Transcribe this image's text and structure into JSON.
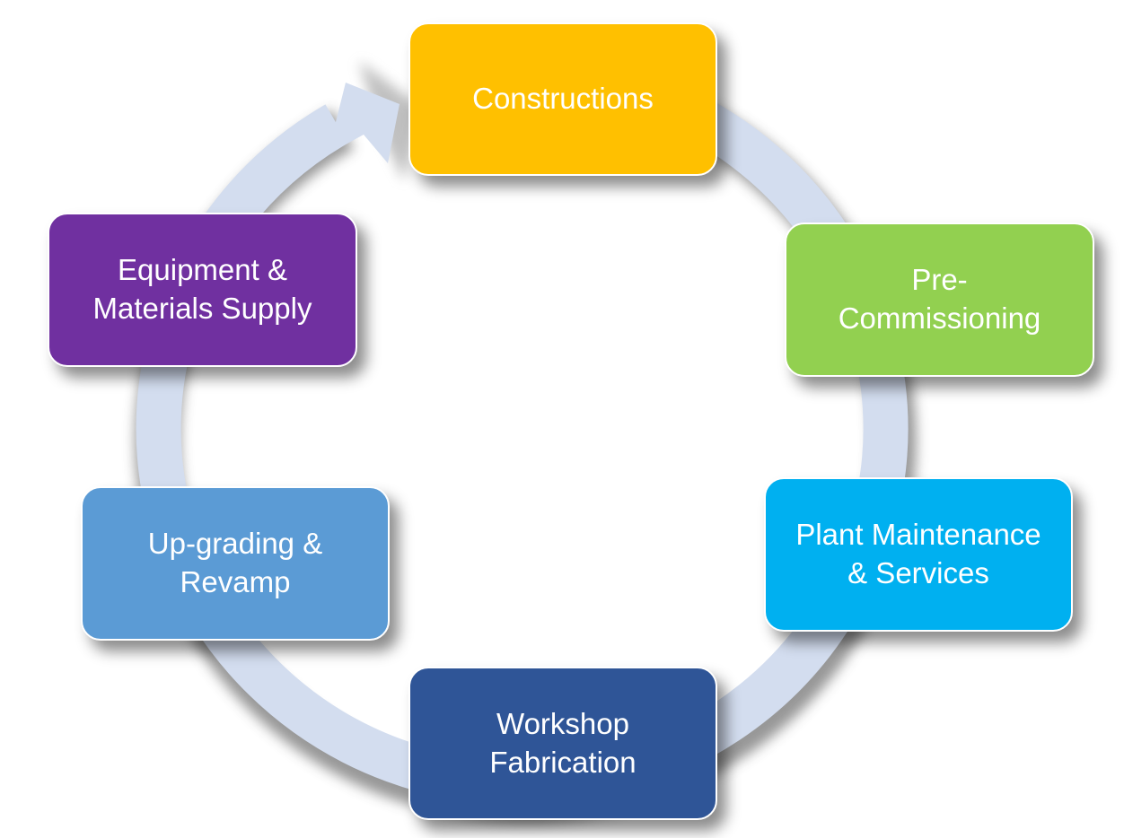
{
  "colors": {
    "ring": "#d3ddef",
    "ring_shadow": "#8c8c8c"
  },
  "steps": [
    {
      "id": "constructions",
      "label": "Constructions",
      "color": "#ffc000"
    },
    {
      "id": "precommissioning",
      "label": "Pre-\nCommissioning",
      "color": "#92d050"
    },
    {
      "id": "plant",
      "label": "Plant Maintenance\n& Services",
      "color": "#00b0f0"
    },
    {
      "id": "workshop",
      "label": "Workshop\nFabrication",
      "color": "#2f5597"
    },
    {
      "id": "upgrading",
      "label": "Up-grading  &\nRevamp",
      "color": "#5b9bd5"
    },
    {
      "id": "equipment",
      "label": "Equipment &\nMaterials Supply",
      "color": "#7030a0"
    }
  ]
}
